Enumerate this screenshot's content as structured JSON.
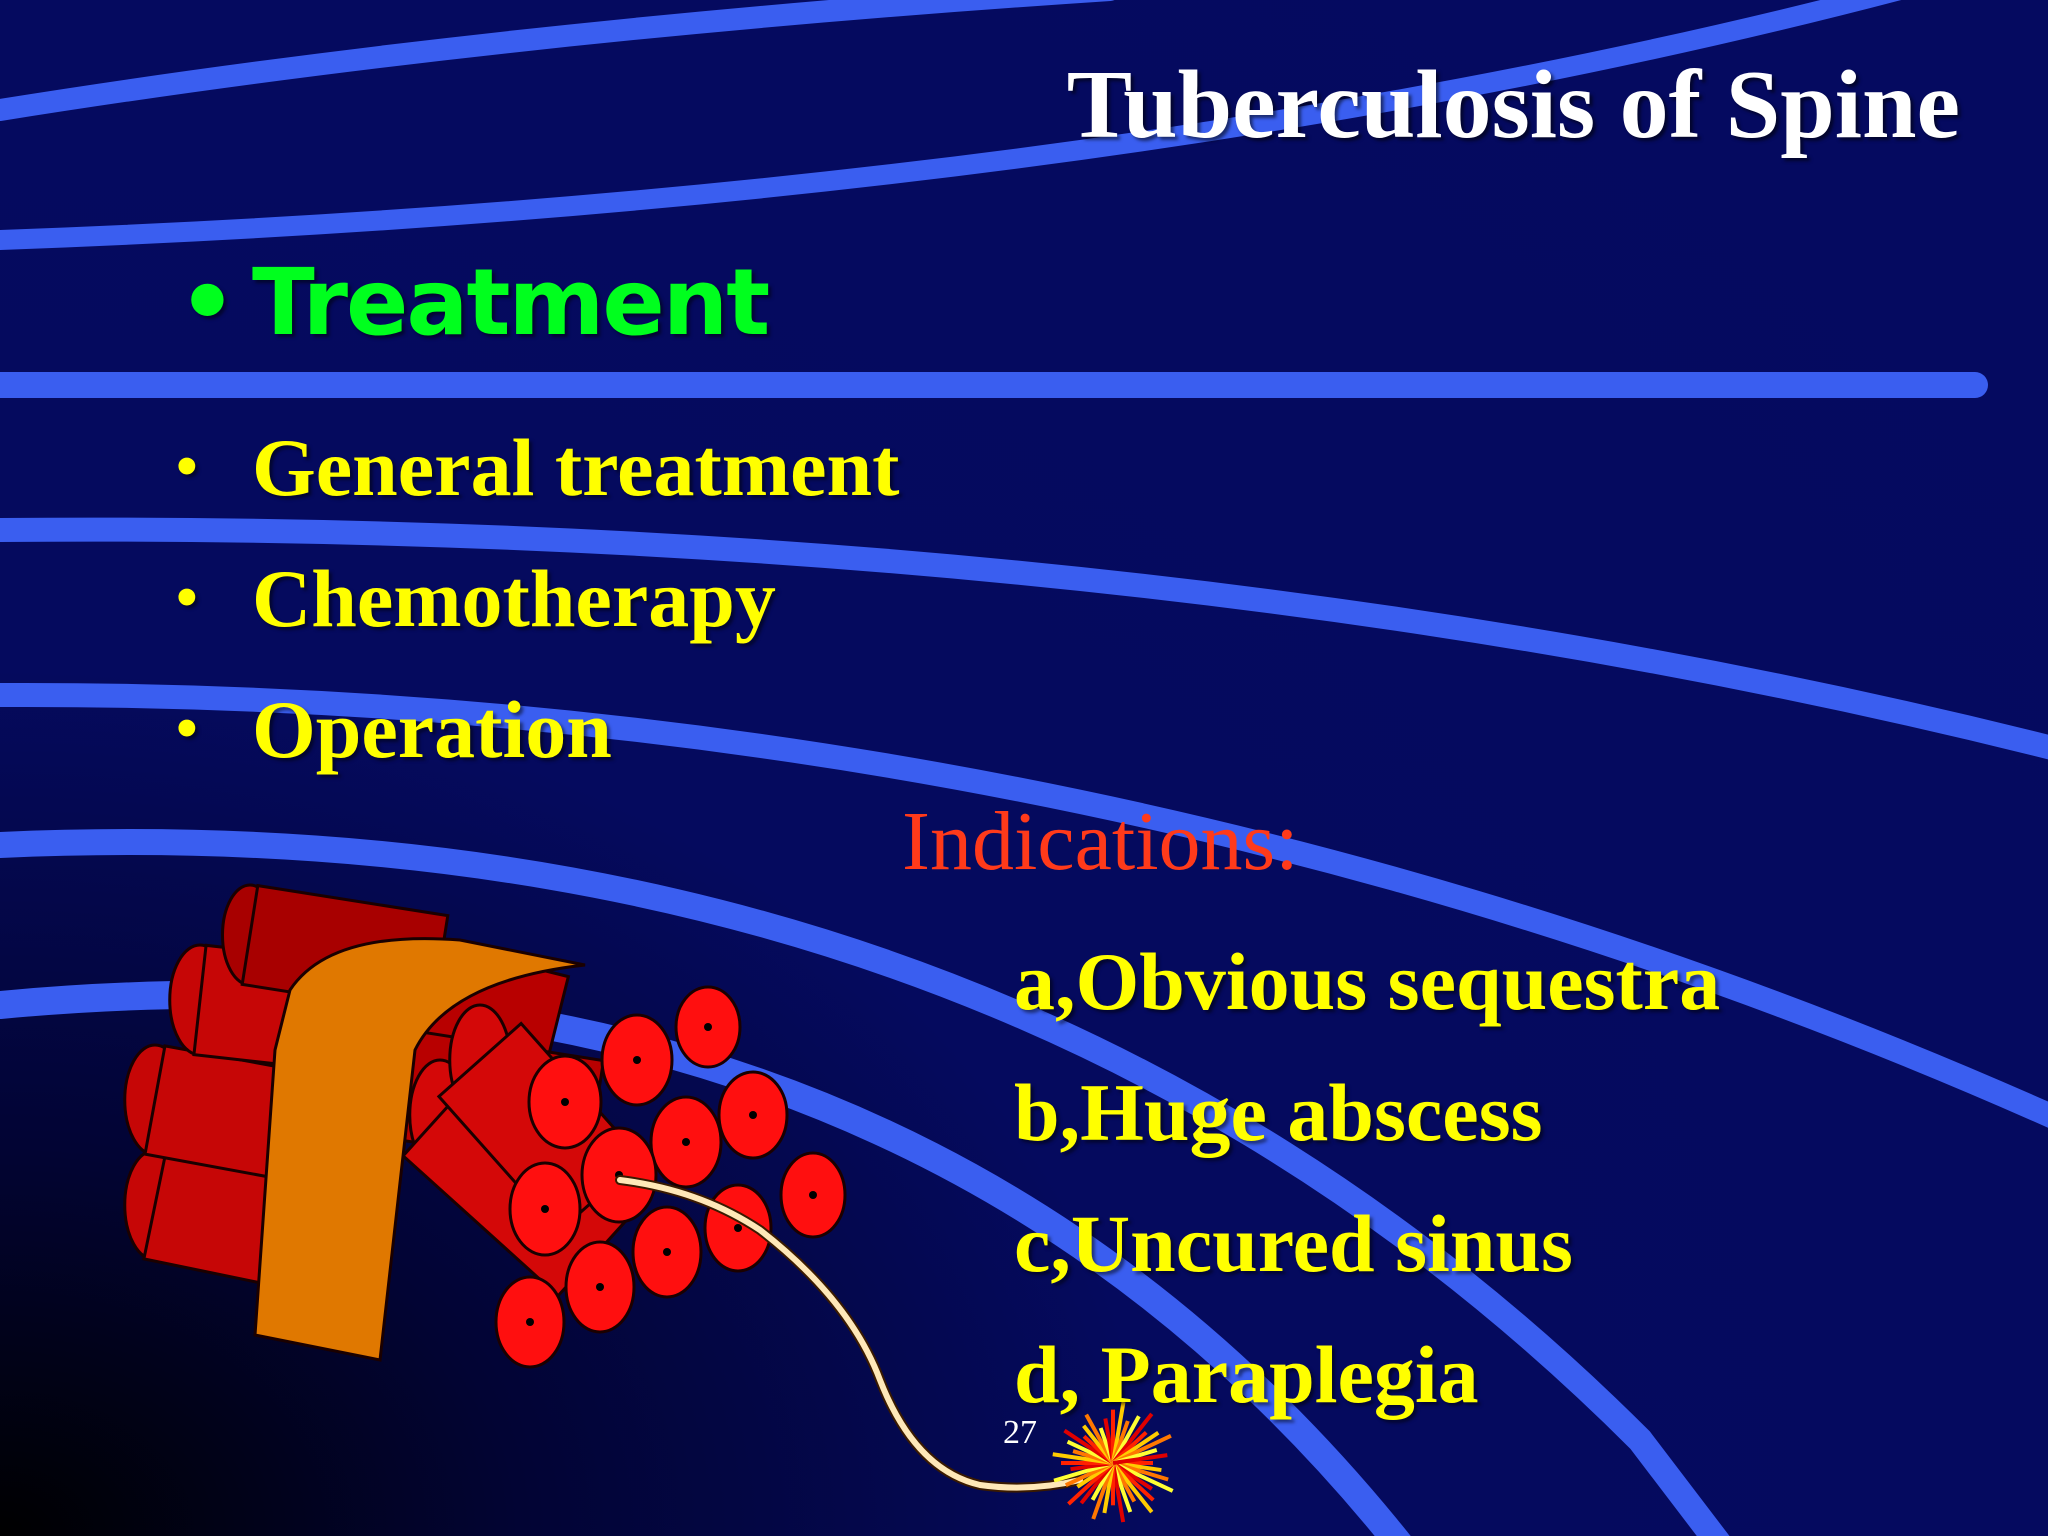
{
  "slide": {
    "title": "Tuberculosis of Spine",
    "heading": {
      "bullet": "•",
      "text": "Treatment"
    },
    "bullets": [
      {
        "bullet": "•",
        "text": "General treatment"
      },
      {
        "bullet": "•",
        "text": "Chemotherapy"
      },
      {
        "bullet": "•",
        "text": "Operation"
      }
    ],
    "indications_label": "Indications:",
    "indications": [
      "a,Obvious sequestra",
      "b,Huge abscess",
      "c,Uncured sinus",
      "d, Paraplegia"
    ],
    "page_number": "27"
  },
  "colors": {
    "background": "#050a5e",
    "swoosh": "#3a5ef0",
    "title": "#ffffff",
    "heading": "#00ff1e",
    "body_text": "#ffff00",
    "indications_label": "#ff3a1a",
    "dynamite_red": "#e80e0e",
    "dynamite_band": "#e07800"
  },
  "icons": [
    "dynamite-illustration",
    "spark-icon"
  ]
}
